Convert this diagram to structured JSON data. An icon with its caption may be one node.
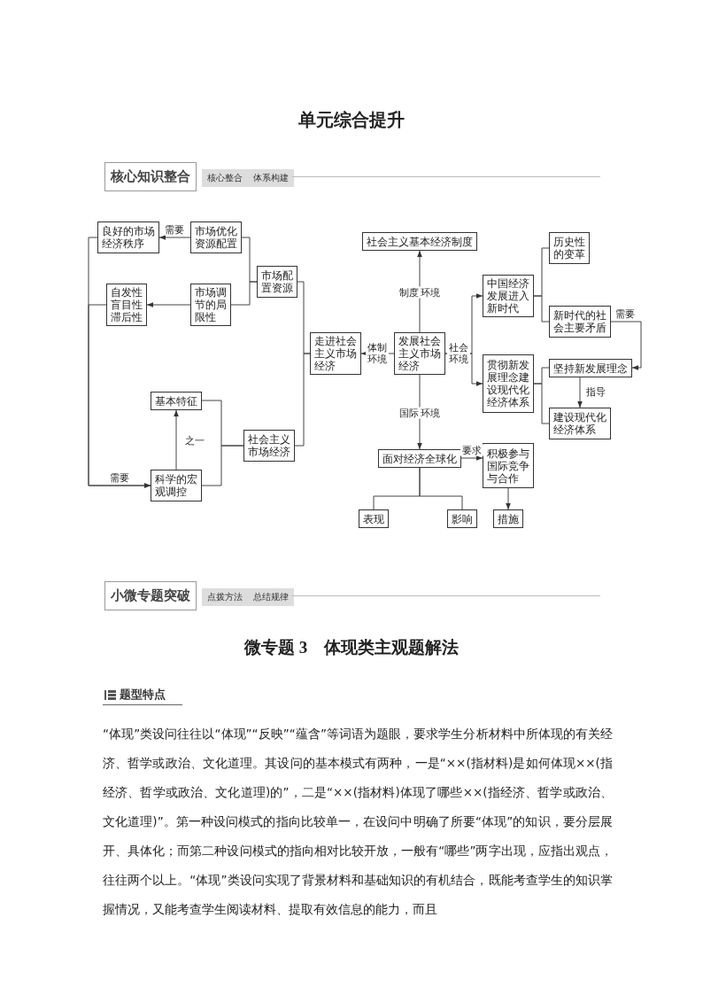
{
  "diagram": {
    "title": "单元综合提升",
    "nodes": [
      {
        "text": [
          "良好的市场经济秩序"
        ]
      },
      {
        "text": [
          "市场优化资源配置"
        ]
      },
      {
        "text": [
          "自发性盲目性滞后性"
        ]
      },
      {
        "text": [
          "市场调节的局限性"
        ]
      },
      {
        "text": [
          "市场配置资源"
        ]
      },
      {
        "text": [
          "基本特征"
        ]
      },
      {
        "text": [
          "科学的宏观调控"
        ]
      },
      {
        "text": [
          "社会主义市场经济"
        ]
      },
      {
        "text": [
          "走进社会主义市场经济"
        ]
      },
      {
        "text": [
          "社会主义基本经济制度"
        ]
      },
      {
        "text": [
          "发展社会主义市场经济"
        ]
      },
      {
        "text": [
          "中国经济发展进入新时代"
        ]
      },
      {
        "text": [
          "历史性的变革"
        ]
      },
      {
        "text": [
          "新时代的社会主要矛盾"
        ]
      },
      {
        "text": [
          "贯彻新发展理念建设现代化经济体系"
        ]
      },
      {
        "text": [
          "坚持新发展理念"
        ]
      },
      {
        "text": [
          "建设现代化经济体系"
        ]
      },
      {
        "text": [
          "面对经济全球化"
        ]
      },
      {
        "text": [
          "积极参与国际竞争与合作"
        ]
      },
      {
        "text": [
          "表现"
        ]
      },
      {
        "text": [
          "影响"
        ]
      },
      {
        "text": [
          "措施"
        ]
      }
    ],
    "edges": [
      {
        "from": 1,
        "to": 0,
        "arrow": "to",
        "label": "需要"
      },
      {
        "from": 3,
        "to": 2,
        "arrow": "to"
      },
      {
        "from": 4,
        "to": 1,
        "arrow": "none"
      },
      {
        "from": 4,
        "to": 3,
        "arrow": "none"
      },
      {
        "from": 8,
        "to": 4,
        "arrow": "none"
      },
      {
        "from": 8,
        "to": 7,
        "arrow": "none"
      },
      {
        "from": 7,
        "to": 5,
        "arrow": "none"
      },
      {
        "from": 7,
        "to": 6,
        "arrow": "none"
      },
      {
        "from": 6,
        "to": 5,
        "arrow": "to",
        "label": "之一"
      },
      {
        "from": 0,
        "to": 6,
        "arrow": "to",
        "label": "需要"
      },
      {
        "from": 2,
        "to": 6,
        "arrow": "to"
      },
      {
        "from": 10,
        "to": 9,
        "arrow": "to",
        "label": "制度 环境"
      },
      {
        "from": 10,
        "to": 8,
        "arrow": "to",
        "label": "体制环境"
      },
      {
        "from": 10,
        "to": 11,
        "arrow": "to",
        "label": "社会环境"
      },
      {
        "from": 10,
        "to": 14,
        "arrow": "to"
      },
      {
        "from": 10,
        "to": 17,
        "arrow": "to",
        "label": "国际 环境"
      },
      {
        "from": 11,
        "to": 12,
        "arrow": "none"
      },
      {
        "from": 11,
        "to": 13,
        "arrow": "none"
      },
      {
        "from": 13,
        "to": 15,
        "arrow": "to",
        "label": "需要"
      },
      {
        "from": 14,
        "to": 15,
        "arrow": "none"
      },
      {
        "from": 14,
        "to": 16,
        "arrow": "none"
      },
      {
        "from": 15,
        "to": 16,
        "arrow": "to",
        "label": "指导"
      },
      {
        "from": 17,
        "to": 18,
        "arrow": "to",
        "label": "要求"
      },
      {
        "from": 17,
        "to": 19,
        "arrow": "none"
      },
      {
        "from": 17,
        "to": 20,
        "arrow": "none"
      },
      {
        "from": 18,
        "to": 21,
        "arrow": "to"
      }
    ],
    "labels": [
      "核心知识整合",
      "核心整合",
      "体系构建",
      "小微专题突破",
      "点拨方法",
      "总结规律",
      "微专题 3　体现类主观题解法",
      "题型特点",
      "“体现”类设问往往以“体现”“反映”“蕴含”等词语为题眼，要求学生分析材料中所体现的有关经济、哲学或政治、文化道理。其设问的基本模式有两种，一是“××(指材料)是如何体现××(指经济、哲学或政治、文化道理)的”，二是“××(指材料)体现了哪些××(指经济、哲学或政治、文化道理)”。第一种设问模式的指向比较单一，在设问中明确了所要“体现”的知识，要分层展开、具体化；而第二种设问模式的指向相对比较开放，一般有“哪些”两字出现，应指出观点，往往两个以上。“体现”类设问实现了背景材料和基础知识的有机结合，既能考查学生的知识掌握情况，又能考查学生阅读材料、提取有效信息的能力，而且"
    ]
  }
}
